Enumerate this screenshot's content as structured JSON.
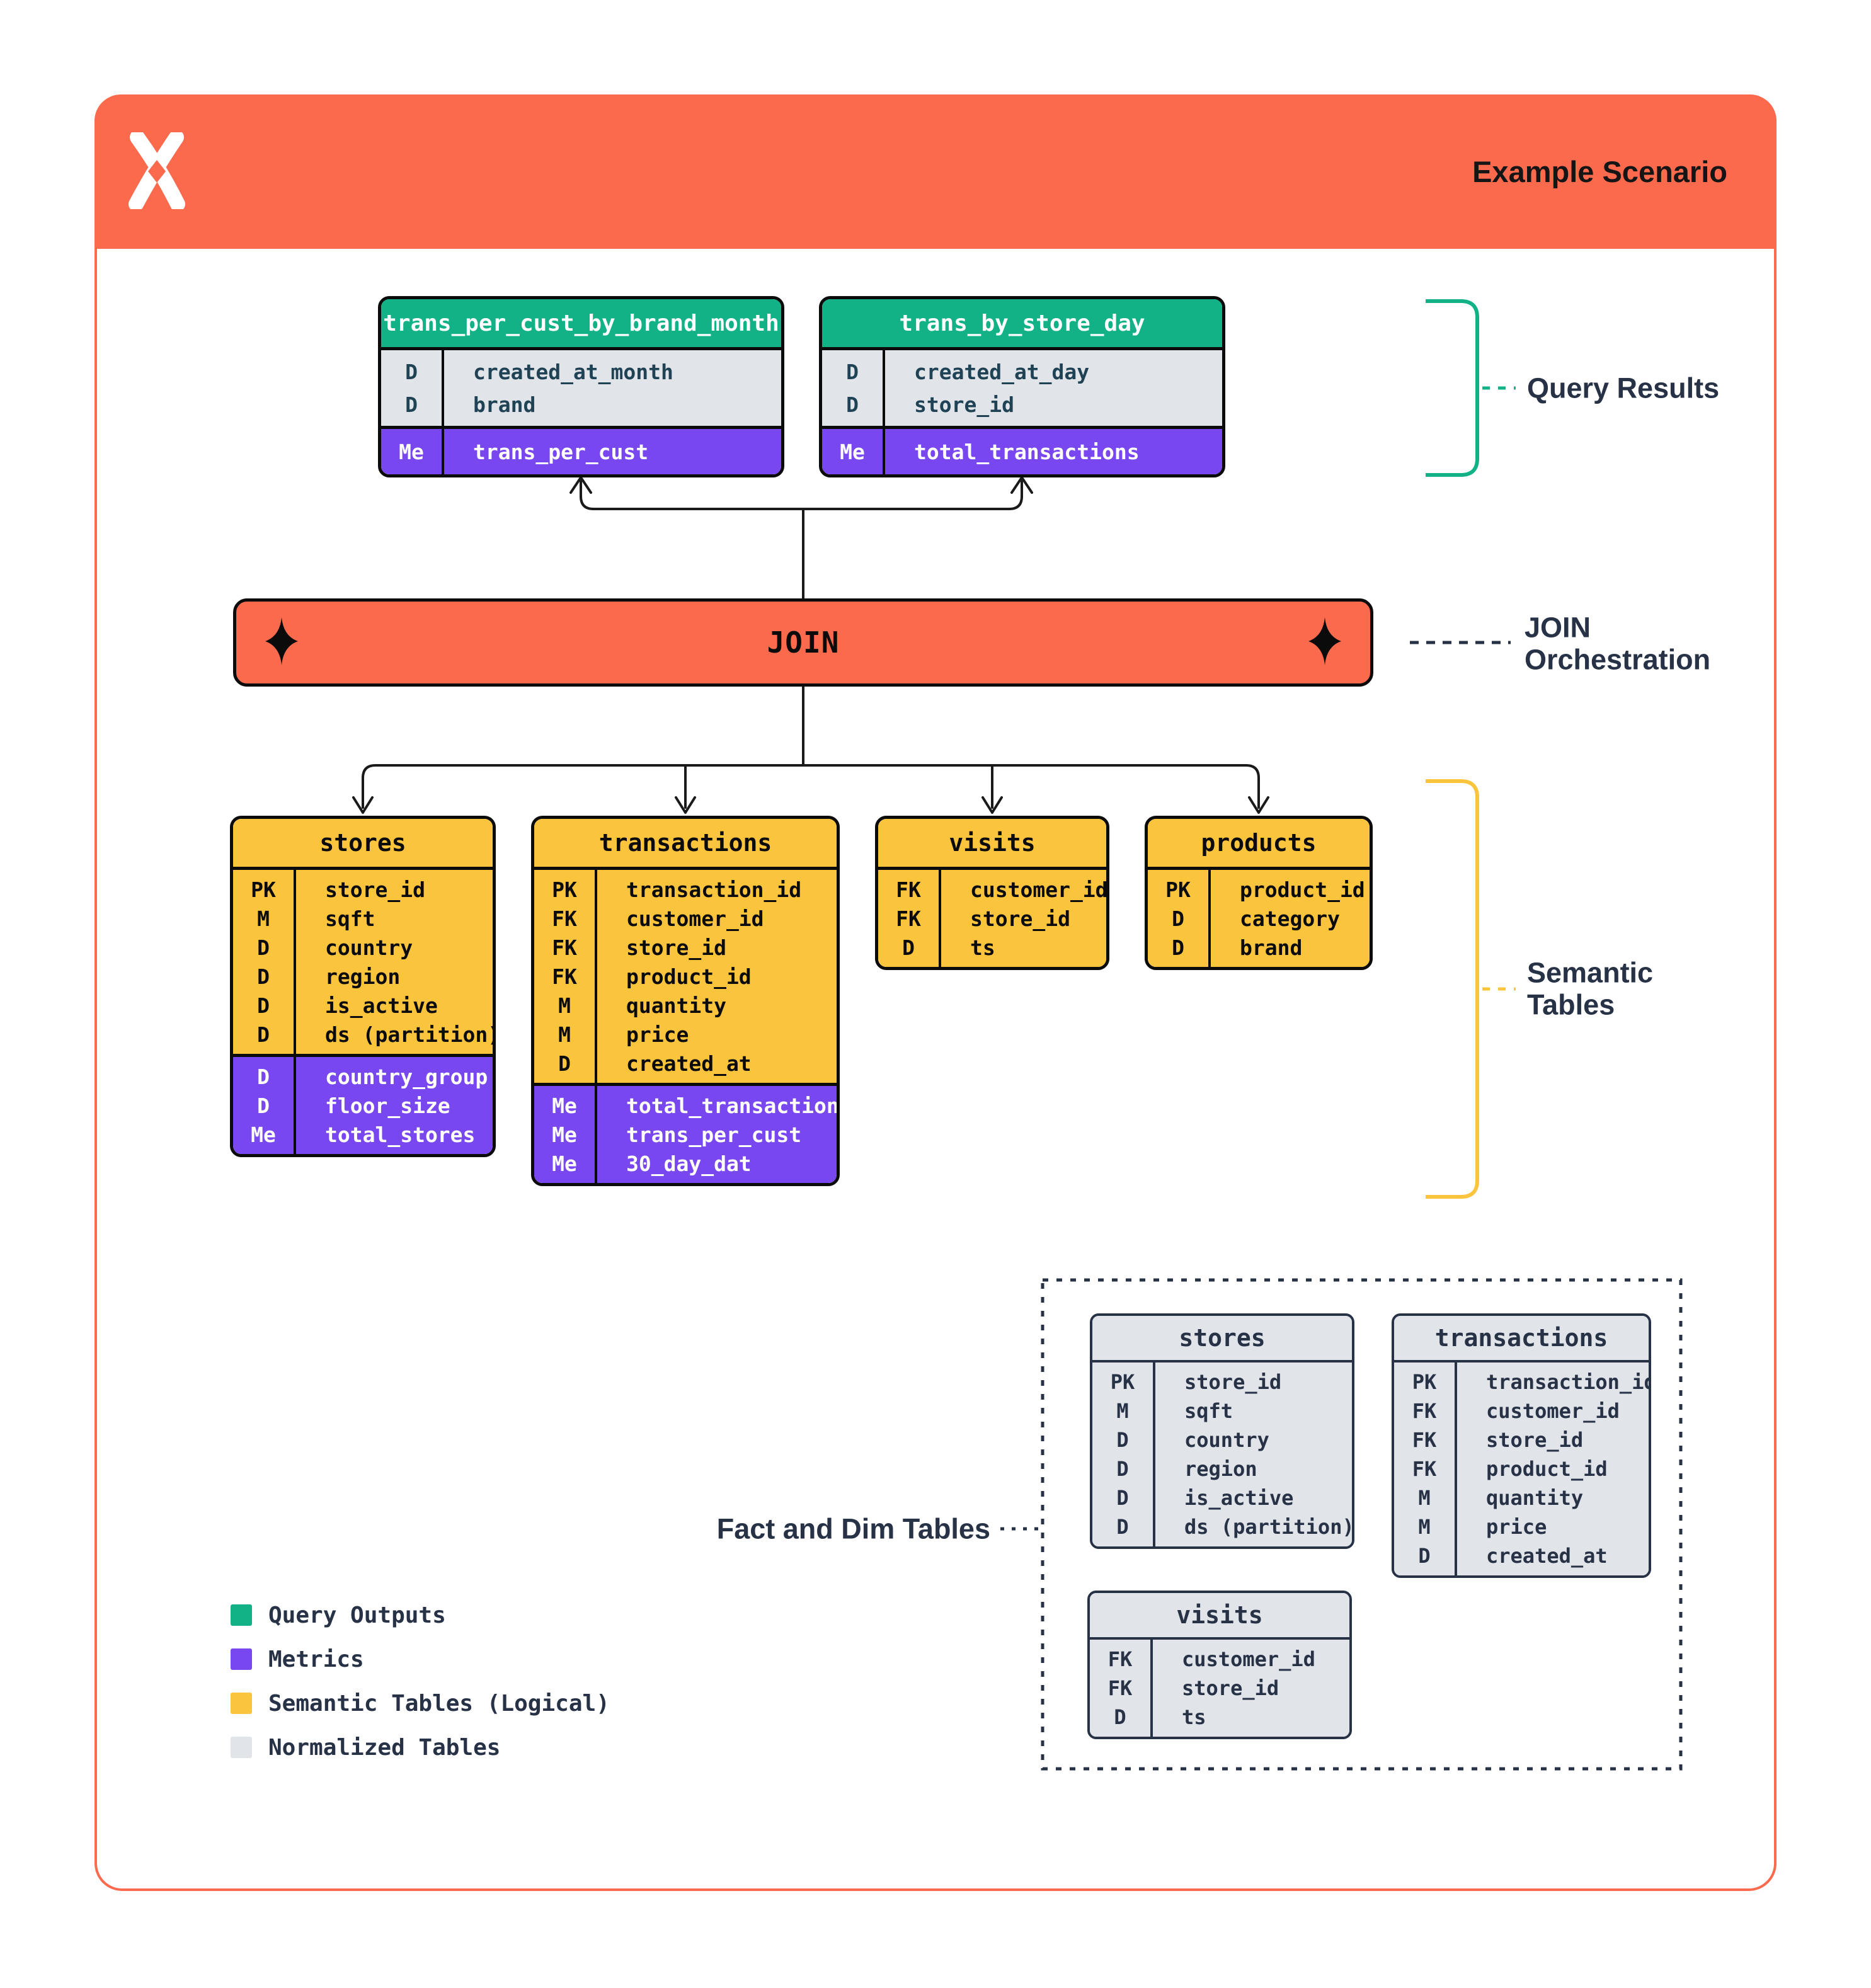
{
  "header": {
    "title": "Example Scenario"
  },
  "join_bar": {
    "label": "JOIN"
  },
  "annotations": {
    "query_results": "Query Results",
    "join_orchestration": "JOIN Orchestration",
    "semantic_tables": "Semantic Tables",
    "fact_dim_tables": "Fact and Dim Tables"
  },
  "query_result_tables": [
    {
      "title": "trans_per_cust_by_brand_month",
      "rows": [
        {
          "key": "D",
          "name": "created_at_month"
        },
        {
          "key": "D",
          "name": "brand"
        }
      ],
      "metric_rows": [
        {
          "key": "Me",
          "name": "trans_per_cust"
        }
      ]
    },
    {
      "title": "trans_by_store_day",
      "rows": [
        {
          "key": "D",
          "name": "created_at_day"
        },
        {
          "key": "D",
          "name": "store_id"
        }
      ],
      "metric_rows": [
        {
          "key": "Me",
          "name": "total_transactions"
        }
      ]
    }
  ],
  "semantic_tables": [
    {
      "title": "stores",
      "rows": [
        {
          "key": "PK",
          "name": "store_id"
        },
        {
          "key": "M",
          "name": "sqft"
        },
        {
          "key": "D",
          "name": "country"
        },
        {
          "key": "D",
          "name": "region"
        },
        {
          "key": "D",
          "name": "is_active"
        },
        {
          "key": "D",
          "name": "ds (partition)"
        }
      ],
      "metric_rows": [
        {
          "key": "D",
          "name": "country_group"
        },
        {
          "key": "D",
          "name": "floor_size"
        },
        {
          "key": "Me",
          "name": "total_stores"
        }
      ]
    },
    {
      "title": "transactions",
      "rows": [
        {
          "key": "PK",
          "name": "transaction_id"
        },
        {
          "key": "FK",
          "name": "customer_id"
        },
        {
          "key": "FK",
          "name": "store_id"
        },
        {
          "key": "FK",
          "name": "product_id"
        },
        {
          "key": "M",
          "name": "quantity"
        },
        {
          "key": "M",
          "name": "price"
        },
        {
          "key": "D",
          "name": "created_at"
        }
      ],
      "metric_rows": [
        {
          "key": "Me",
          "name": "total_transactions"
        },
        {
          "key": "Me",
          "name": "trans_per_cust"
        },
        {
          "key": "Me",
          "name": "30_day_dat"
        }
      ]
    },
    {
      "title": "visits",
      "rows": [
        {
          "key": "FK",
          "name": "customer_id"
        },
        {
          "key": "FK",
          "name": "store_id"
        },
        {
          "key": "D",
          "name": "ts"
        }
      ],
      "metric_rows": []
    },
    {
      "title": "products",
      "rows": [
        {
          "key": "PK",
          "name": "product_id"
        },
        {
          "key": "D",
          "name": "category"
        },
        {
          "key": "D",
          "name": "brand"
        }
      ],
      "metric_rows": []
    }
  ],
  "normalized_tables": [
    {
      "title": "stores",
      "rows": [
        {
          "key": "PK",
          "name": "store_id"
        },
        {
          "key": "M",
          "name": "sqft"
        },
        {
          "key": "D",
          "name": "country"
        },
        {
          "key": "D",
          "name": "region"
        },
        {
          "key": "D",
          "name": "is_active"
        },
        {
          "key": "D",
          "name": "ds (partition)"
        }
      ]
    },
    {
      "title": "transactions",
      "rows": [
        {
          "key": "PK",
          "name": "transaction_id"
        },
        {
          "key": "FK",
          "name": "customer_id"
        },
        {
          "key": "FK",
          "name": "store_id"
        },
        {
          "key": "FK",
          "name": "product_id"
        },
        {
          "key": "M",
          "name": "quantity"
        },
        {
          "key": "M",
          "name": "price"
        },
        {
          "key": "D",
          "name": "created_at"
        }
      ]
    },
    {
      "title": "visits",
      "rows": [
        {
          "key": "FK",
          "name": "customer_id"
        },
        {
          "key": "FK",
          "name": "store_id"
        },
        {
          "key": "D",
          "name": "ts"
        }
      ]
    }
  ],
  "legend": {
    "items": [
      {
        "color_name": "green",
        "color": "#12B286",
        "label": "Query Outputs"
      },
      {
        "color_name": "purple",
        "color": "#7847F0",
        "label": "Metrics"
      },
      {
        "color_name": "yellow",
        "color": "#FBC43D",
        "label": "Semantic Tables (Logical)"
      },
      {
        "color_name": "gray",
        "color": "#E1E4E9",
        "label": "Normalized Tables"
      }
    ]
  },
  "colors": {
    "orange": "#FB6A4D",
    "green": "#12B286",
    "purple": "#7847F0",
    "yellow": "#FBC43D",
    "gray_fill": "#E1E4E9",
    "navy": "#273247",
    "teal_text": "#1F4254"
  }
}
